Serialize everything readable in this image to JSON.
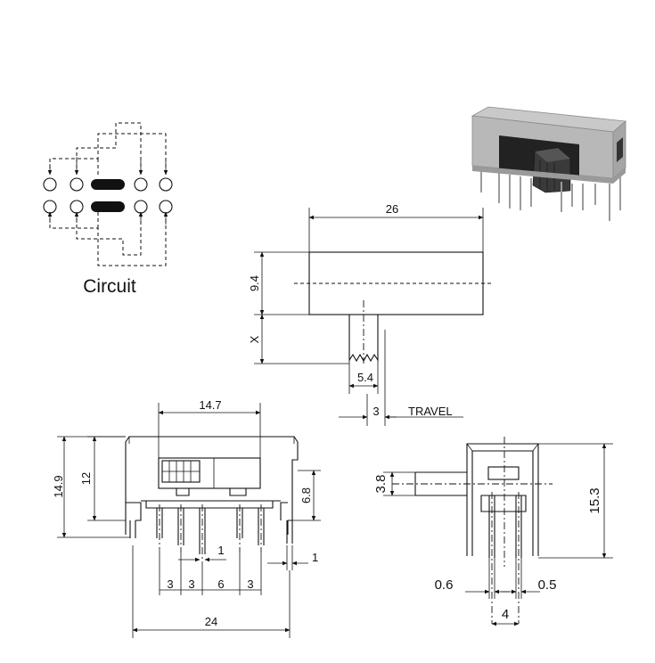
{
  "circuit": {
    "caption": "Circuit"
  },
  "top_view": {
    "width": "26",
    "height": "9.4",
    "x_label": "X",
    "actuator_width": "5.4",
    "travel_value": "3",
    "travel_label": "TRAVEL"
  },
  "front_view": {
    "inner_width": "14.7",
    "total_height": "14.9",
    "body_height": "12",
    "pin_height": "6.8",
    "pin_offset": "1",
    "pin_width": "1",
    "pitch_1": "3",
    "pitch_2": "3",
    "pitch_3": "6",
    "pitch_4": "3",
    "total_width": "24"
  },
  "side_view": {
    "actuator_height": "3.8",
    "total_height": "15.3",
    "pin_thickness_left": "0.6",
    "pin_thickness_right": "0.5",
    "row_spacing": "4"
  }
}
